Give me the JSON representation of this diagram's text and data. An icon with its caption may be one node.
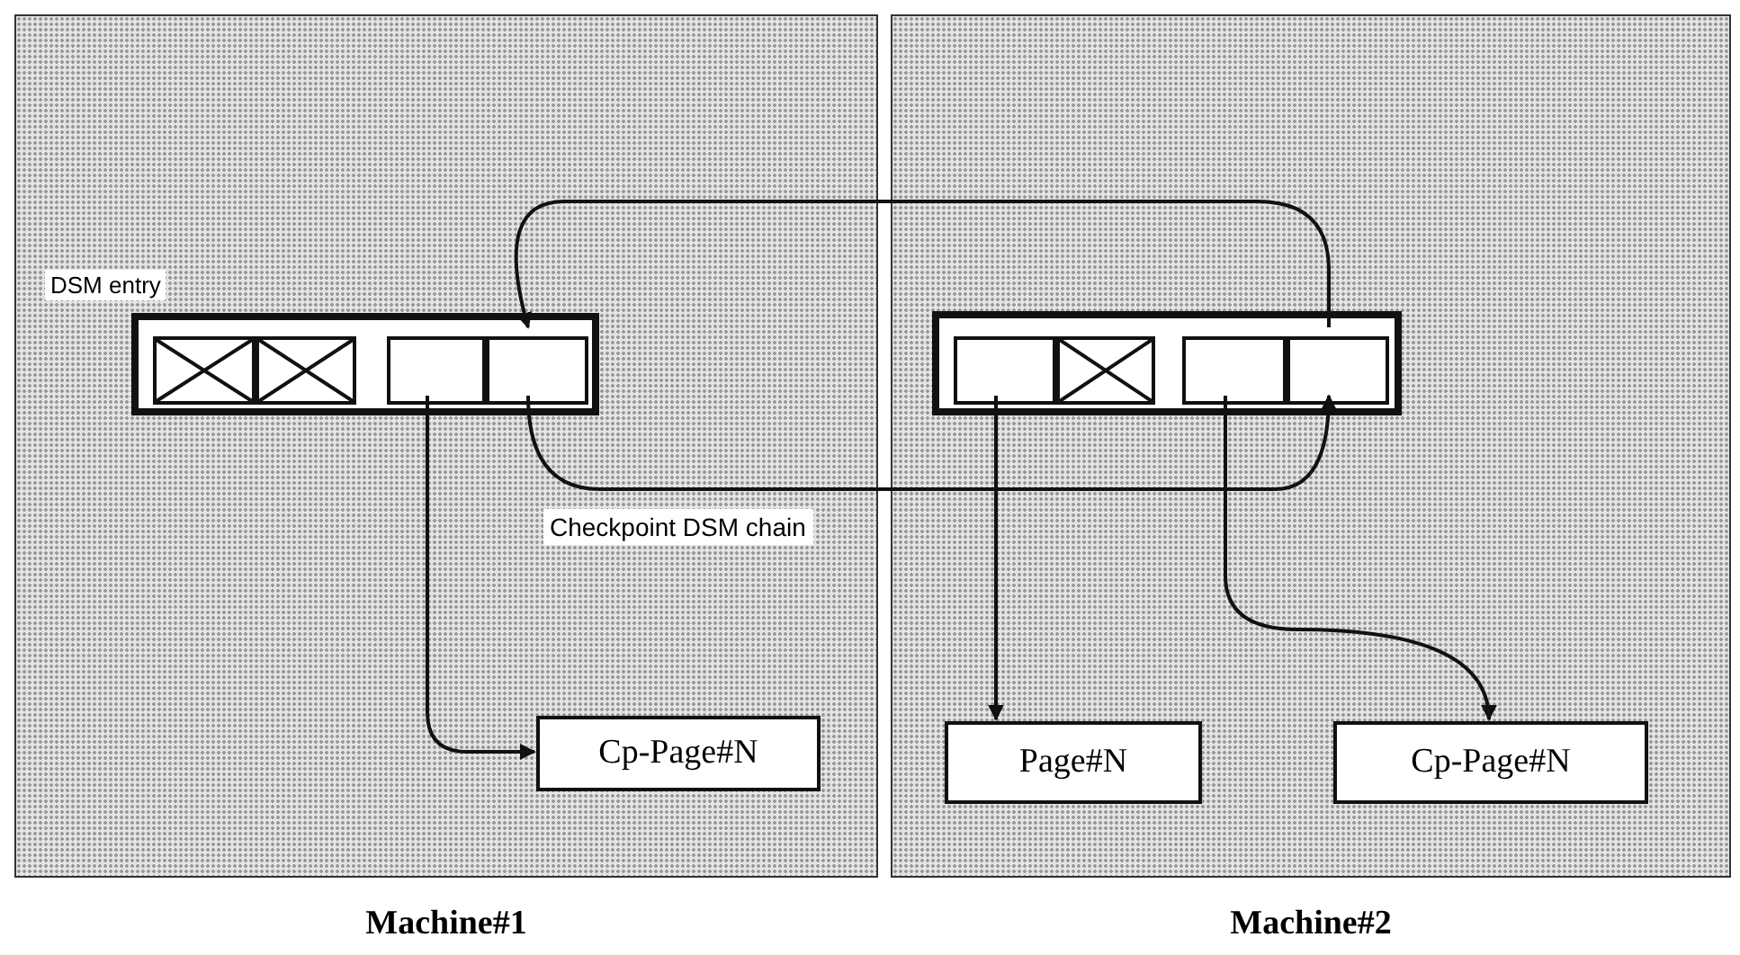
{
  "diagram": {
    "nodes": [
      {
        "text": [
          "Machine#1"
        ]
      },
      {
        "text": [
          "DSM entry"
        ],
        "in": 0
      },
      {
        "text": [],
        "shape": "box",
        "in": 1
      },
      {
        "text": [],
        "shape": "box",
        "in": 1
      },
      {
        "text": [],
        "shape": "box",
        "in": 1
      },
      {
        "text": [],
        "shape": "box",
        "in": 1
      },
      {
        "text": [
          "Cp-Page#N"
        ],
        "in": 0
      },
      {
        "text": [
          "Machine#2"
        ]
      },
      {
        "text": [],
        "shape": "box",
        "in": 7
      },
      {
        "text": [],
        "shape": "box",
        "in": 8
      },
      {
        "text": [],
        "shape": "box",
        "in": 8
      },
      {
        "text": [],
        "shape": "box",
        "in": 8
      },
      {
        "text": [],
        "shape": "box",
        "in": 8
      },
      {
        "text": [
          "Page#N"
        ],
        "in": 7
      },
      {
        "text": [
          "Cp-Page#N"
        ],
        "in": 7
      }
    ],
    "edges": [
      {
        "from": 4,
        "to": 6,
        "arrow": "to"
      },
      {
        "from": 5,
        "to": 12,
        "arrow": "to",
        "label": "Checkpoint DSM chain"
      },
      {
        "from": 12,
        "to": 5,
        "arrow": "to"
      },
      {
        "from": 9,
        "to": 13,
        "arrow": "to"
      },
      {
        "from": 11,
        "to": 14,
        "arrow": "to"
      }
    ]
  }
}
